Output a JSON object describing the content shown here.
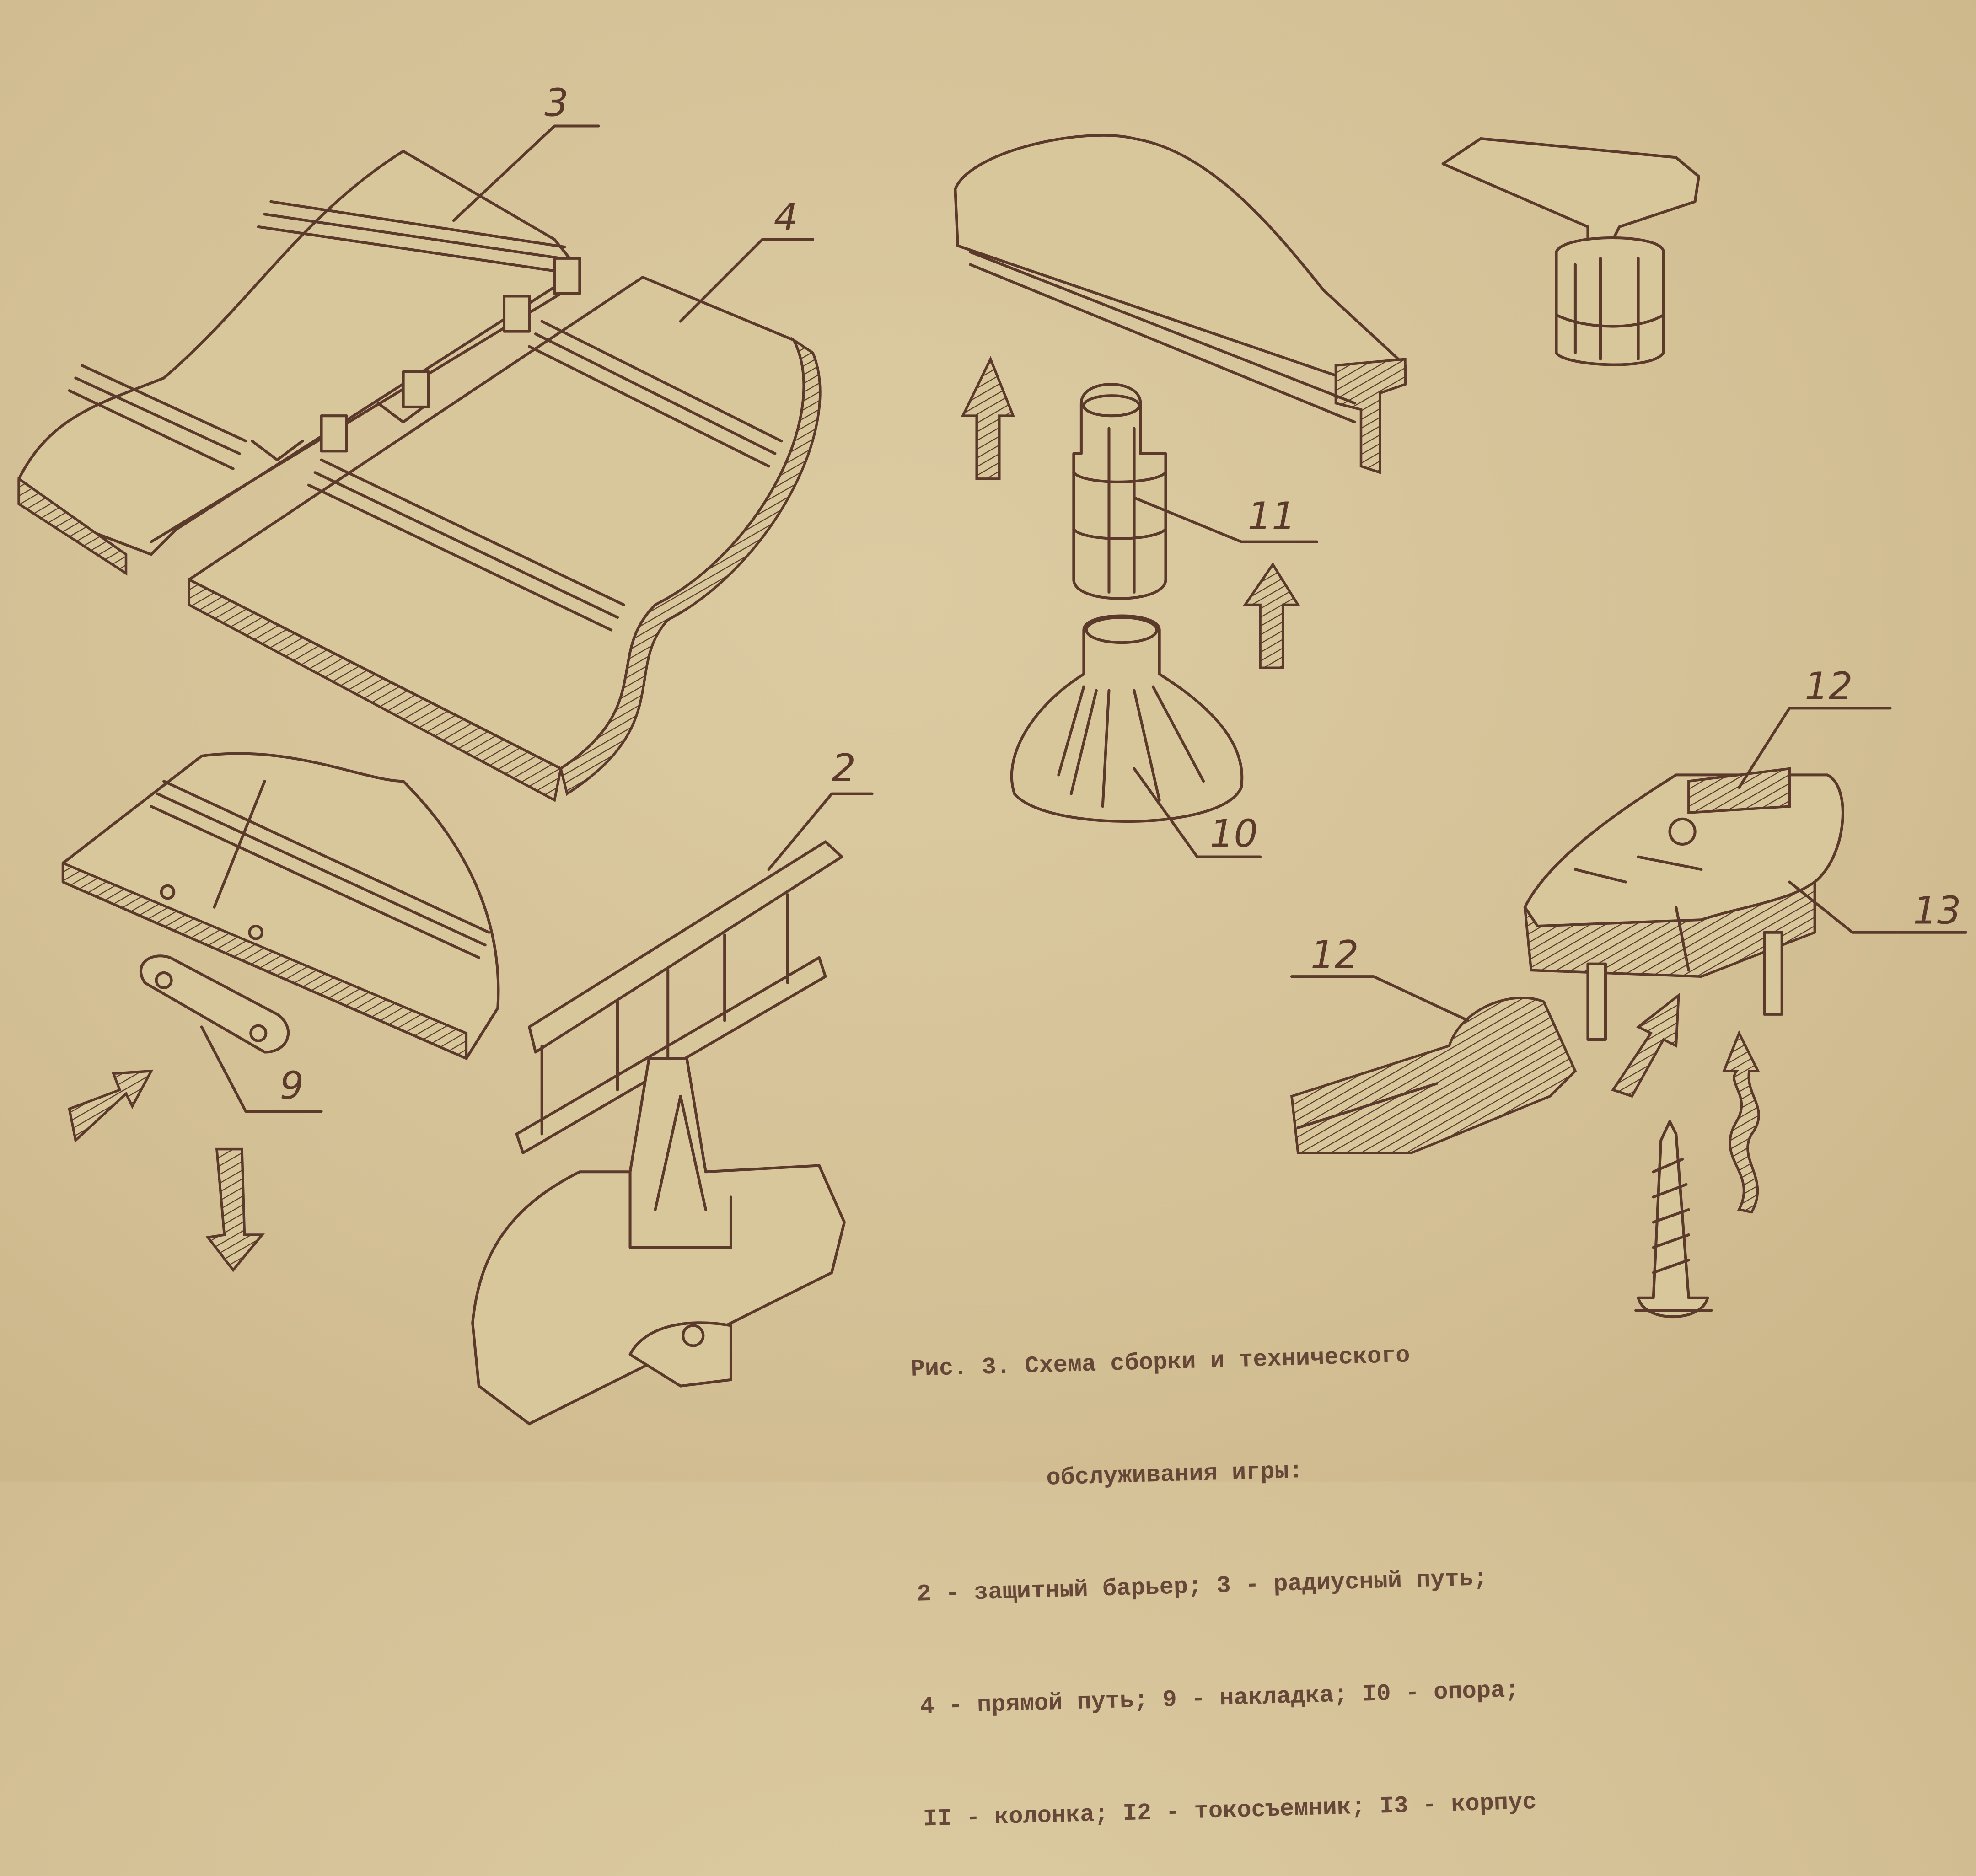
{
  "figure": {
    "labels": {
      "radius_track": "3",
      "straight_track": "4",
      "column": "11",
      "support": "10",
      "barrier": "2",
      "current_collector_top": "12",
      "body": "13",
      "current_collector_left": "12",
      "overlay": "9"
    },
    "colors": {
      "paper": "#d6c398",
      "ink": "#5b3a2c"
    }
  },
  "caption": {
    "line1": "Рис. 3. Схема сборки и технического",
    "line2": "обслуживания игры:",
    "line3": "2 - защитный барьер; 3 - радиусный путь;",
    "line4": "4 - прямой путь; 9 - накладка; I0 - опора;",
    "line5": "II - колонка; I2 - токосъемник; I3 - корпус"
  }
}
